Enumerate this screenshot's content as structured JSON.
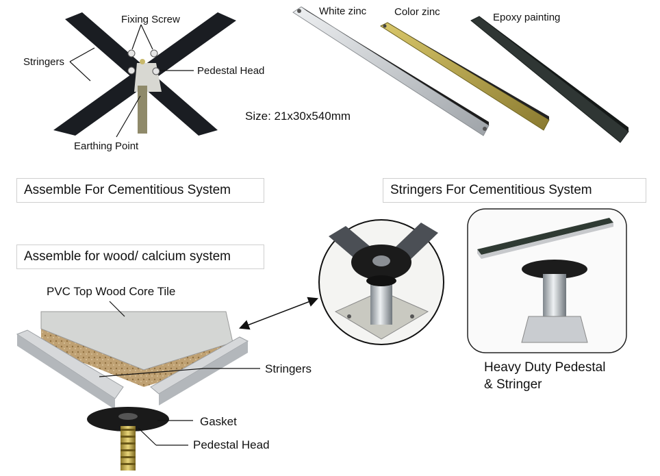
{
  "frame_diagram": {
    "fixing_screw": "Fixing Screw",
    "stringers": "Stringers",
    "pedestal_head": "Pedestal Head",
    "earthing_point": "Earthing Point"
  },
  "finishes": {
    "white_zinc": "White zinc",
    "color_zinc": "Color zinc",
    "epoxy_painting": "Epoxy painting",
    "size": "Size: 21x30x540mm"
  },
  "sections": {
    "cementitious_assemble": "Assemble For Cementitious System",
    "cementitious_stringers": "Stringers For Cementitious System",
    "wood_calcium_assemble": "Assemble for wood/ calcium system"
  },
  "wood_diagram": {
    "tile": "PVC Top  Wood Core Tile",
    "stringers": "Stringers",
    "gasket": "Gasket",
    "pedestal_head": "Pedestal Head"
  },
  "heavy_duty": {
    "line1": "Heavy Duty Pedestal",
    "line2": "& Stringer"
  },
  "colors": {
    "black_frame": "#1a1d22",
    "white_zinc": "#c9ccd0",
    "color_zinc": "#b4a247",
    "epoxy": "#2f3634",
    "board": "#b99c6d",
    "panel_border": "#cfcfcf"
  }
}
